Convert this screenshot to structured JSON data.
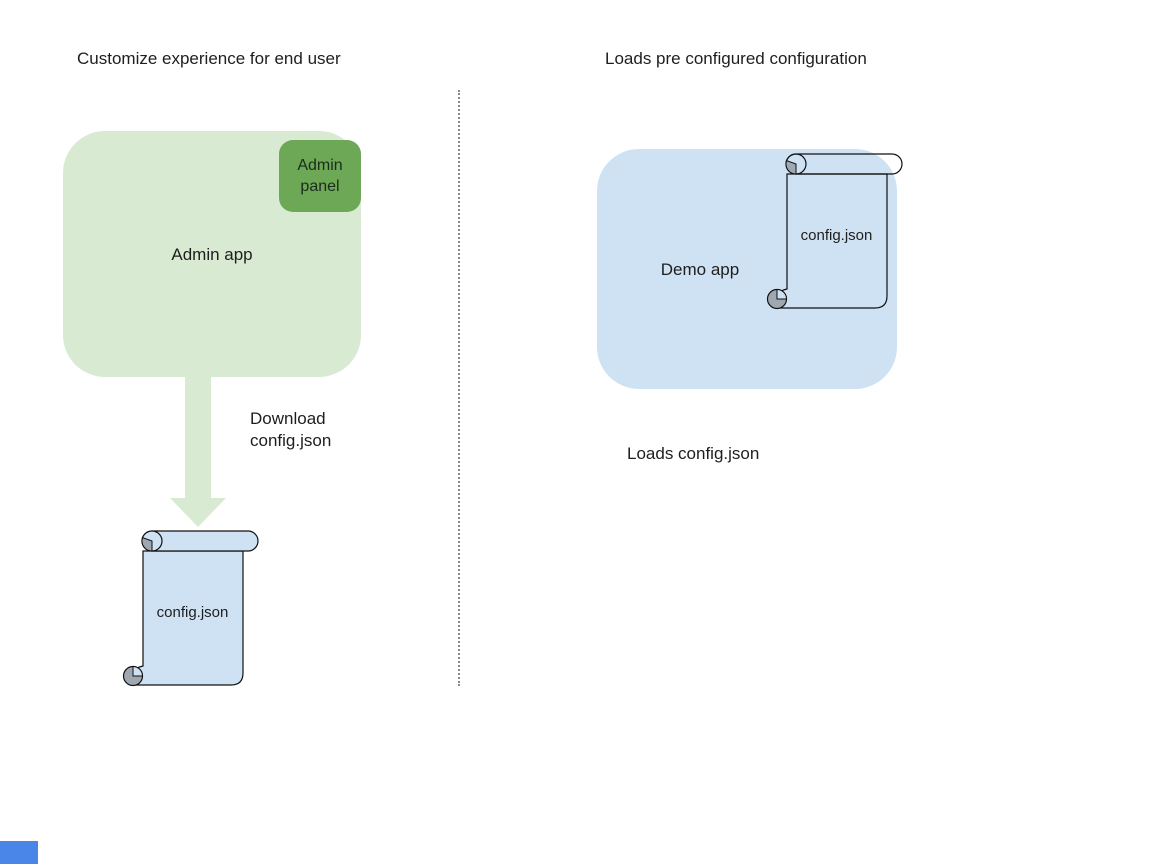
{
  "left": {
    "title": "Customize experience for end user",
    "admin_app": {
      "label": "Admin app"
    },
    "admin_panel": {
      "label": "Admin panel"
    },
    "arrow_label": "Download\nconfig.json",
    "scroll": {
      "label": "config.json"
    }
  },
  "right": {
    "title": "Loads pre configured configuration",
    "demo_app": {
      "label": "Demo app"
    },
    "scroll": {
      "label": "config.json"
    },
    "caption": "Loads config.json"
  },
  "colors": {
    "light_green_box": "#d9ead3",
    "green_panel": "#6ca855",
    "light_blue": "#cfe2f3",
    "scroll_outline": "#111111",
    "roll_gray": "#9fa8b1",
    "divider_gray": "#8a8a8a",
    "arrow_green": "#d9ead3",
    "corner_blue": "#4a86e8",
    "text": "#1e1e1e"
  }
}
